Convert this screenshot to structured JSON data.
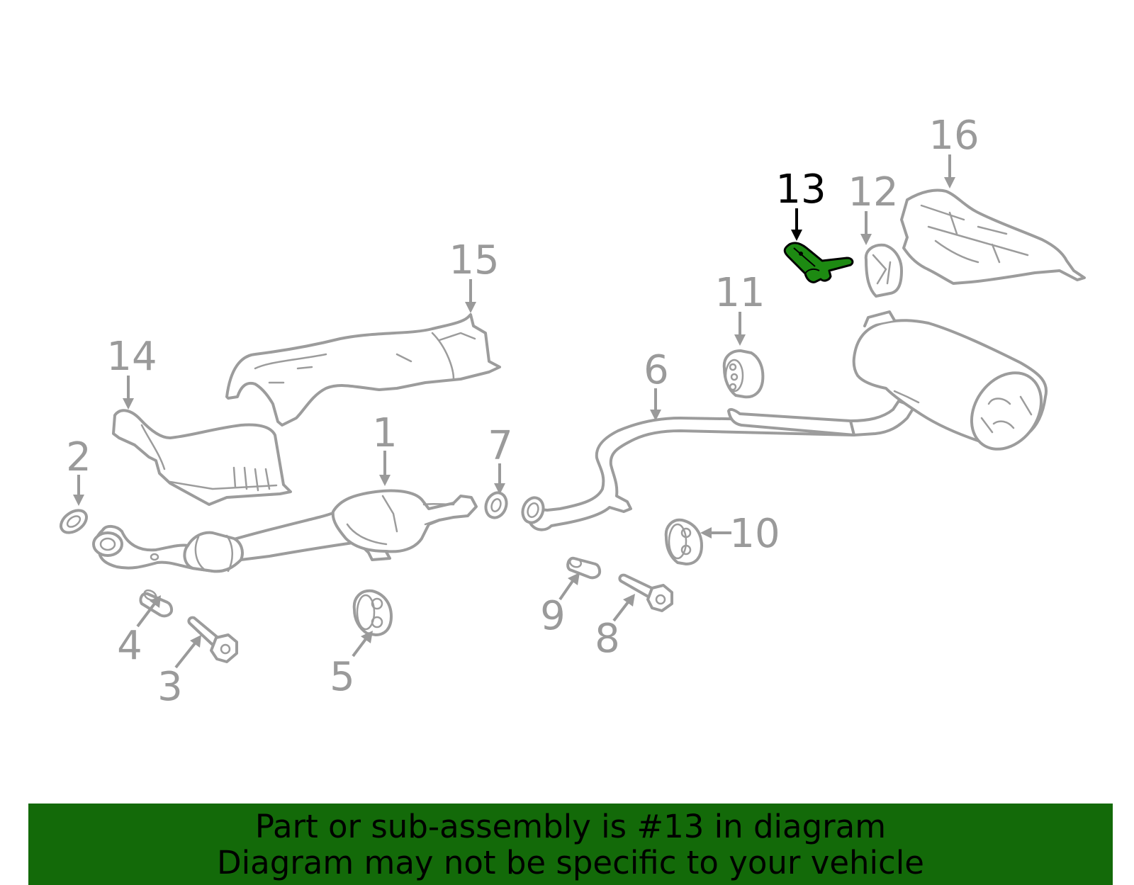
{
  "diagram": {
    "highlight_part": "13",
    "callouts": [
      {
        "id": "1",
        "label": "1"
      },
      {
        "id": "2",
        "label": "2"
      },
      {
        "id": "3",
        "label": "3"
      },
      {
        "id": "4",
        "label": "4"
      },
      {
        "id": "5",
        "label": "5"
      },
      {
        "id": "6",
        "label": "6"
      },
      {
        "id": "7",
        "label": "7"
      },
      {
        "id": "8",
        "label": "8"
      },
      {
        "id": "9",
        "label": "9"
      },
      {
        "id": "10",
        "label": "10"
      },
      {
        "id": "11",
        "label": "11"
      },
      {
        "id": "12",
        "label": "12"
      },
      {
        "id": "13",
        "label": "13"
      },
      {
        "id": "14",
        "label": "14"
      },
      {
        "id": "15",
        "label": "15"
      },
      {
        "id": "16",
        "label": "16"
      }
    ],
    "colors": {
      "part_outline": "#9c9c9c",
      "callout": "#9a9a9a",
      "highlight_part": "#1d8a12",
      "highlight_text": "#000000",
      "banner": "#136a09"
    }
  },
  "banner": {
    "line1": "Part or sub-assembly is #13 in diagram",
    "line2": "Diagram may not be specific to your vehicle"
  }
}
